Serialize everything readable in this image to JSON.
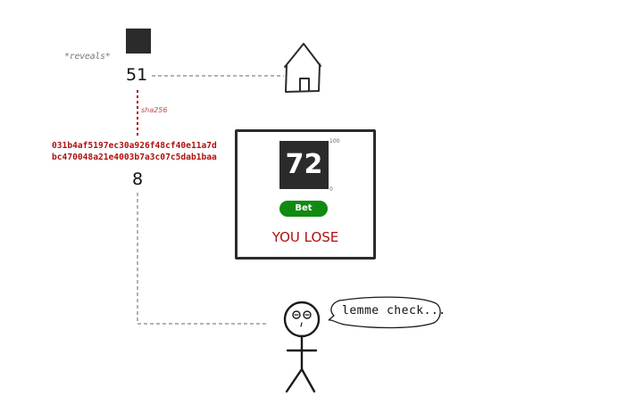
{
  "reveals_label": "*reveals*",
  "server_seed_number": "51",
  "hash_label": "sha256",
  "hash_line1": "031b4af5197ec30a926f48cf40e11a7d",
  "hash_line2": "bc470048a21e4003b7a3c07c5dab1baa",
  "client_number": "8",
  "game": {
    "roll_value": "72",
    "scale_max": "100",
    "scale_min": "0",
    "bet_label": "Bet",
    "result_text": "YOU LOSE"
  },
  "speech_text": "lemme check...",
  "icons": [
    "house-icon",
    "stick-figure-icon",
    "cursor-icon",
    "speech-bubble"
  ],
  "colors": {
    "dark": "#2b2b2b",
    "hash_red": "#b01010",
    "bet_green": "#118a11",
    "line_grey": "#999999"
  }
}
